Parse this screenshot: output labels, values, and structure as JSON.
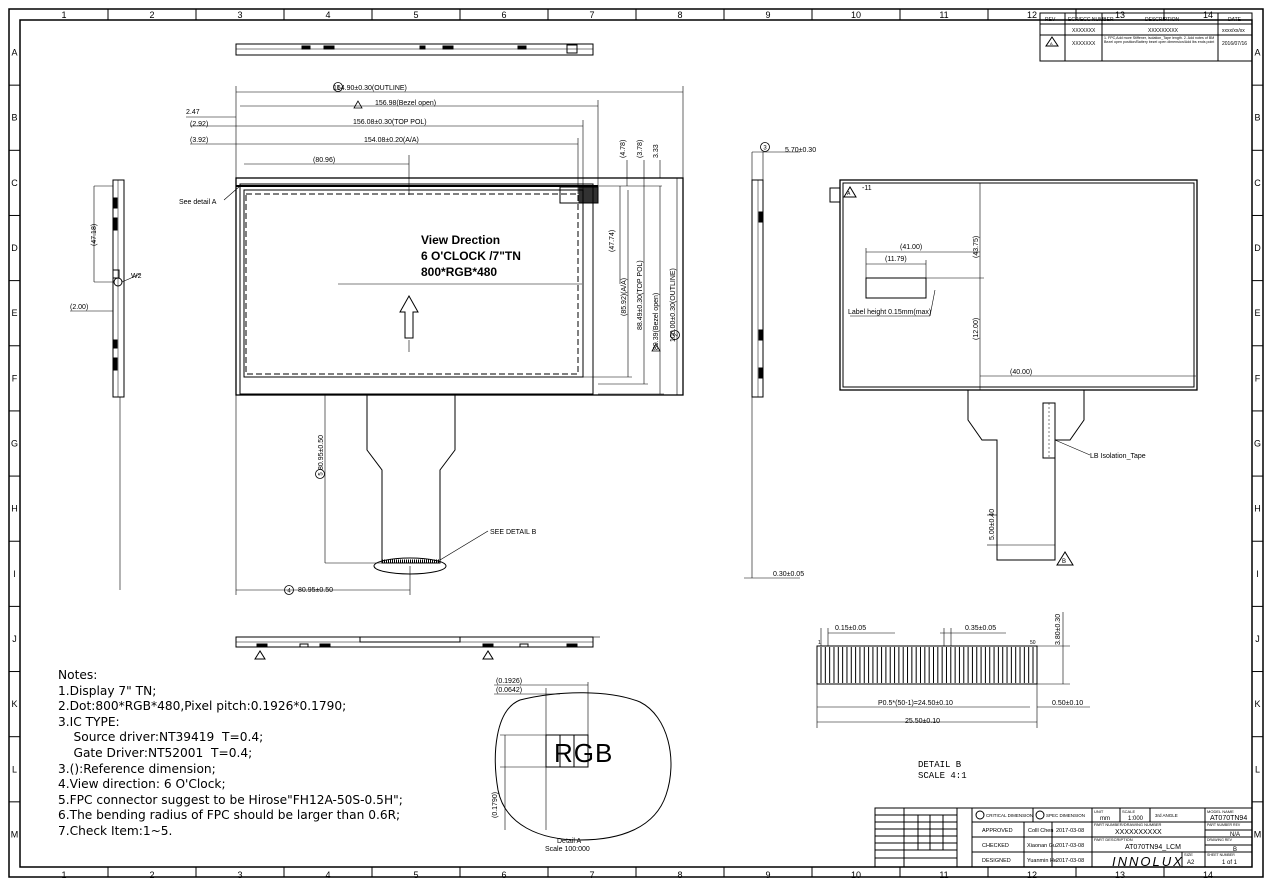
{
  "frame": {
    "columns": [
      "1",
      "2",
      "3",
      "4",
      "5",
      "6",
      "7",
      "8",
      "9",
      "10",
      "11",
      "12",
      "13",
      "14"
    ],
    "rows": [
      "A",
      "B",
      "C",
      "D",
      "E",
      "F",
      "G",
      "H",
      "I",
      "J",
      "K",
      "L",
      "M"
    ]
  },
  "front_view": {
    "view_direction_title": "View Drection",
    "view_direction_line2": "6 O'CLOCK /7\"TN",
    "view_direction_line3": "800*RGB*480",
    "see_detail_a": "See detail A",
    "see_detail_b": "SEE DETAIL B",
    "dim_outline_width": "164.90±0.30(OUTLINE)",
    "dim_bezel_open": "156.98(Bezel open)",
    "dim_top_pol": "156.08±0.30(TOP POL)",
    "dim_aa": "154.08±0.20(A/A)",
    "dim_247": "2.47",
    "dim_292": "(2.92)",
    "dim_392": "(3.92)",
    "dim_8096": "(80.96)",
    "dim_4778": "(4.78)",
    "dim_378": "(3.78)",
    "dim_333": "3.33",
    "dim_4774": "(47.74)",
    "dim_aa_h": "(85.92)(A/A)",
    "dim_top_pol_h": "88.49±0.30(TOP POL)",
    "dim_bezel_h": "89.39(Bezel open)",
    "dim_outline_h": "100.00±0.30(OUTLINE)",
    "dim_fpc_len": "80.95±0.50",
    "dim_fpc_h": "80.95±0.50",
    "circle_1": "1",
    "circle_2": "2",
    "circle_4": "4",
    "circle_5": "5"
  },
  "side_left": {
    "dim_4718": "(47.18)",
    "dim_200": "(2.00)",
    "label_w2": "W2"
  },
  "side_right": {
    "circle_3": "3",
    "dim_570": "5.70±0.30",
    "dim_030": "0.30±0.05"
  },
  "back_view": {
    "dim_4100": "(41.00)",
    "dim_1179": "(11.79)",
    "dim_4375": "(43.75)",
    "dim_1200": "(12.00)",
    "dim_4000": "(40.00)",
    "dim_500": "5.00±0.40",
    "label_height": "Label height 0.15mm(max)",
    "isolation_tape": "LB Isolation_Tape",
    "triangle_note_a": "A",
    "triangle_note_b": "B",
    "triangle_label_11": "-11"
  },
  "detail_b": {
    "dim_015": "0.15±0.05",
    "dim_035": "0.35±0.05",
    "dim_380": "3.80±0.30",
    "dim_pitch": "P0.5*(50-1)=24.50±0.10",
    "dim_050": "0.50±0.10",
    "dim_2550": "25.50±0.10",
    "pin_1": "1",
    "pin_50": "50",
    "title": "DETAIL  B",
    "scale": "SCALE  4:1"
  },
  "detail_a": {
    "dim_01926": "(0.1926)",
    "dim_00642": "(0.0642)",
    "dim_01790": "(0.1790)",
    "rgb": "RGB",
    "title": "Detail A",
    "scale": "Scale 100:000"
  },
  "notes": {
    "title": "Notes:",
    "items": [
      "1.Display 7\" TN;",
      "2.Dot:800*RGB*480,Pixel pitch:0.1926*0.1790;",
      "3.IC TYPE:",
      "    Source driver:NT39419  T=0.4;",
      "    Gate Driver:NT52001  T=0.4;",
      "3.():Reference dimension;",
      "4.View direction: 6 O'Clock;",
      "5.FPC connector suggest to be Hirose\"FH12A-50S-0.5H\";",
      "6.The bending radius of FPC should be larger than 0.6R;",
      "7.Check Item:1~5."
    ]
  },
  "revision_table": {
    "headers": [
      "REV",
      "ECR/ECC NUMBER",
      "DESCRIPTION",
      "DATE"
    ],
    "rows": [
      [
        "",
        "XXXXXXX",
        "XXXXXXXXX",
        "xxxx/xx/xx"
      ],
      [
        "A",
        "XXXXXXX",
        "1. FPC,Add more Stiffener, Isolation_Tape length. 2. Add notes of BM Bezel open position/Battery bezel open dimension/Add lbs ends point",
        "2016/07/16"
      ]
    ]
  },
  "title_block": {
    "critical_dim": "CRITICAL DIMENSION",
    "spec_dim": "SPEC DIMENSION",
    "unit_label": "UNIT",
    "unit": "mm",
    "scale_label": "SCALE",
    "scale": "1:000",
    "angle": "3rd ANGLE",
    "model_name_label": "MODEL NAME",
    "model_name": "AT070TN94",
    "part_number_label": "PART NUMBER/DRAWING NUMBER",
    "part_number": "XXXXXXXXXX",
    "part_desc_label": "PART DESCRIPTION",
    "part_desc": "AT070TN94_LCM",
    "part_number_rev_label": "PART NUMBER REV",
    "part_number_rev": "N/A",
    "drawing_rev_label": "DRAWING REV",
    "drawing_rev": "B",
    "size_label": "SIZE",
    "size": "A2",
    "sheet_label": "SHEET NUMBER",
    "sheet": "1 of 1",
    "brand": "INNOLUX",
    "approved_label": "APPROVED",
    "approved_name": "Colll Chen",
    "approved_date": "2017-03-08",
    "checked_label": "CHECKED",
    "checked_name": "Xiaonan Gu",
    "checked_date": "2017-03-08",
    "designed_label": "DESIGNED",
    "designed_name": "Yuanmin He",
    "designed_date": "2017-03-08"
  },
  "colors": {
    "line": "#000000",
    "background": "#ffffff"
  }
}
